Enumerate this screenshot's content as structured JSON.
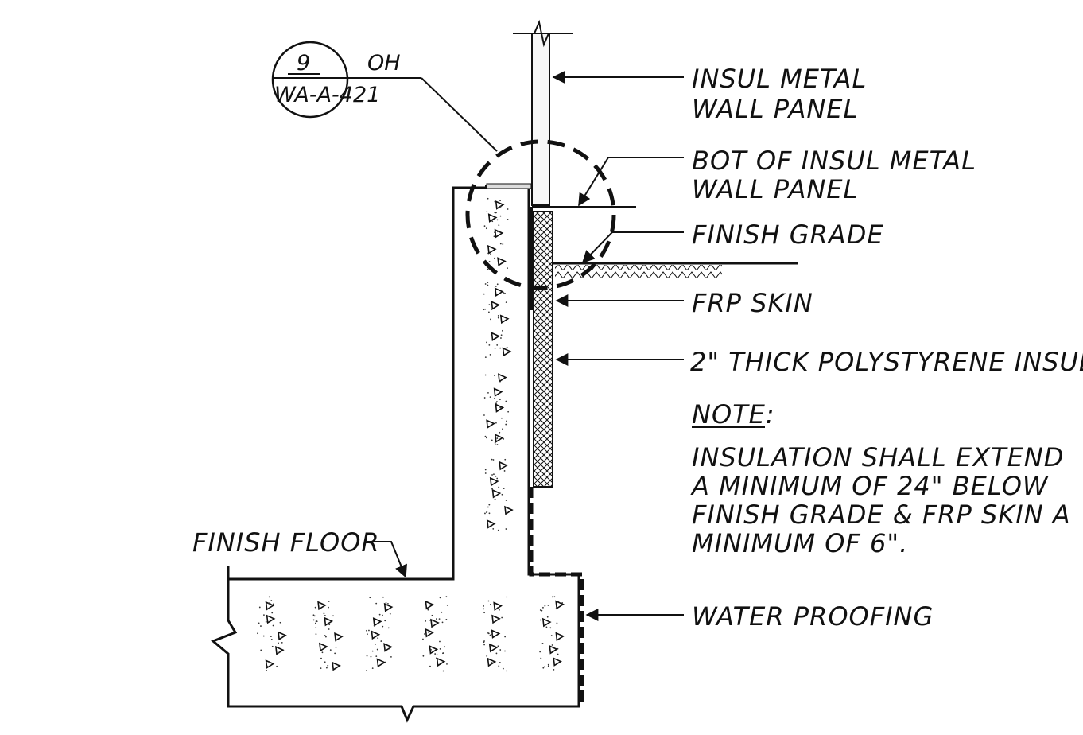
{
  "detail_tag": {
    "number": "9",
    "suffix": "OH",
    "sheet": "WA-A-421"
  },
  "labels": {
    "wall_panel_1": "INSUL METAL",
    "wall_panel_2": "WALL PANEL",
    "bot_panel_1": "BOT OF INSUL METAL",
    "bot_panel_2": "WALL PANEL",
    "finish_grade": "FINISH GRADE",
    "frp_skin": "FRP SKIN",
    "polystyrene": "2\" THICK POLYSTYRENE INSUL",
    "finish_floor": "FINISH FLOOR",
    "water_proofing": "WATER PROOFING"
  },
  "note": {
    "heading": "NOTE:",
    "lines": [
      "INSULATION SHALL EXTEND",
      "A MINIMUM OF 24\" BELOW",
      "FINISH GRADE & FRP SKIN A",
      "MINIMUM OF 6\"."
    ]
  },
  "colors": {
    "line": "#111111",
    "paper": "#ffffff"
  }
}
